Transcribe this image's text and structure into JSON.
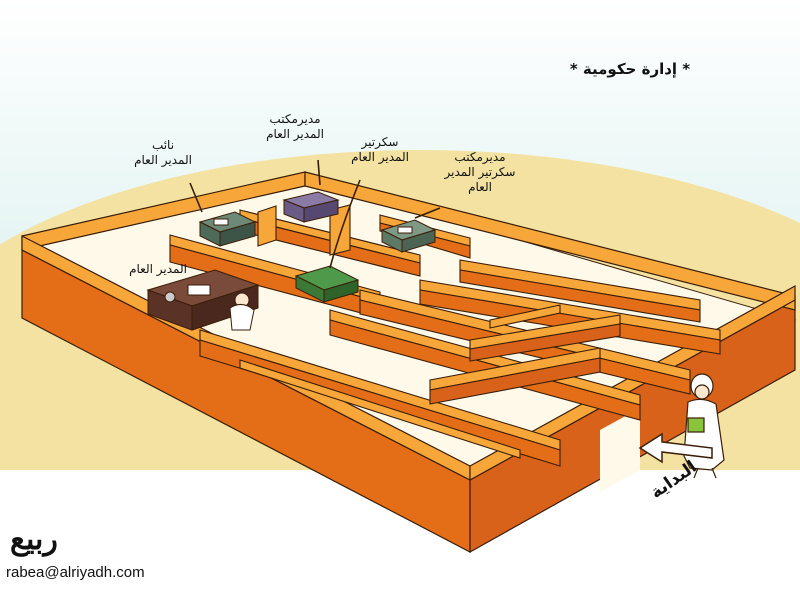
{
  "heading": "* إدارة حكومية *",
  "offices": {
    "general_manager": "المدير العام",
    "deputy": "نائب\nالمدير العام",
    "office_manager": "مديرمكتب\nالمدير العام",
    "secretary": "سكرتير\nالمدير العام",
    "office_manager_secretary": "مديرمكتب\nسكرتير المدير\nالعام"
  },
  "start_label": "البداية",
  "signature": "ربيع",
  "email": "rabea@alriyadh.com",
  "colors": {
    "sky_top": "#ffffff",
    "sky_bottom": "#bfe6e2",
    "sand": "#f3e2a2",
    "wall_top": "#f7a63a",
    "wall_side": "#e46e18",
    "floor": "#fff9ea",
    "outline": "#3a1e08"
  }
}
